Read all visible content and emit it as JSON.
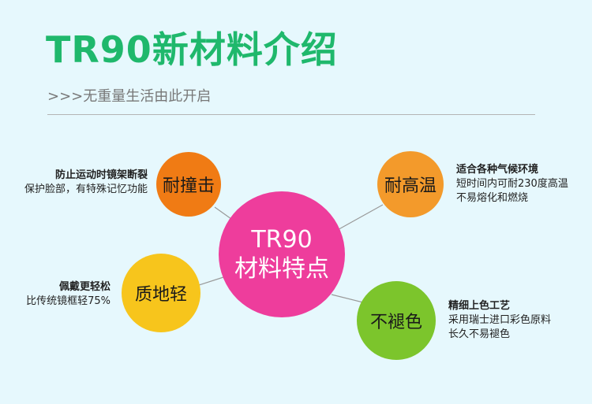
{
  "header": {
    "title": "TR90新材料介绍",
    "subtitle": ">>>无重量生活由此开启"
  },
  "center": {
    "line1": "TR90",
    "line2": "材料特点"
  },
  "features": {
    "impact": {
      "label": "耐撞击",
      "heading": "防止运动时镜架断裂",
      "detail": "保护脸部，有特殊记忆功能"
    },
    "heat": {
      "label": "耐高温",
      "heading": "适合各种气候环境",
      "detail1": "短时间内可耐230度高温",
      "detail2": "不易熔化和燃烧"
    },
    "light": {
      "label": "质地轻",
      "heading": "佩戴更轻松",
      "detail": "比传统镜框轻75%"
    },
    "color": {
      "label": "不褪色",
      "heading": "精细上色工艺",
      "detail1": "采用瑞士进口彩色原料",
      "detail2": "长久不易褪色"
    }
  },
  "colors": {
    "title": "#1fb86c",
    "center": "#ee3d9c",
    "impact": "#f07b14",
    "heat": "#f39a2b",
    "light": "#f7c51c",
    "color": "#7cc52c"
  }
}
